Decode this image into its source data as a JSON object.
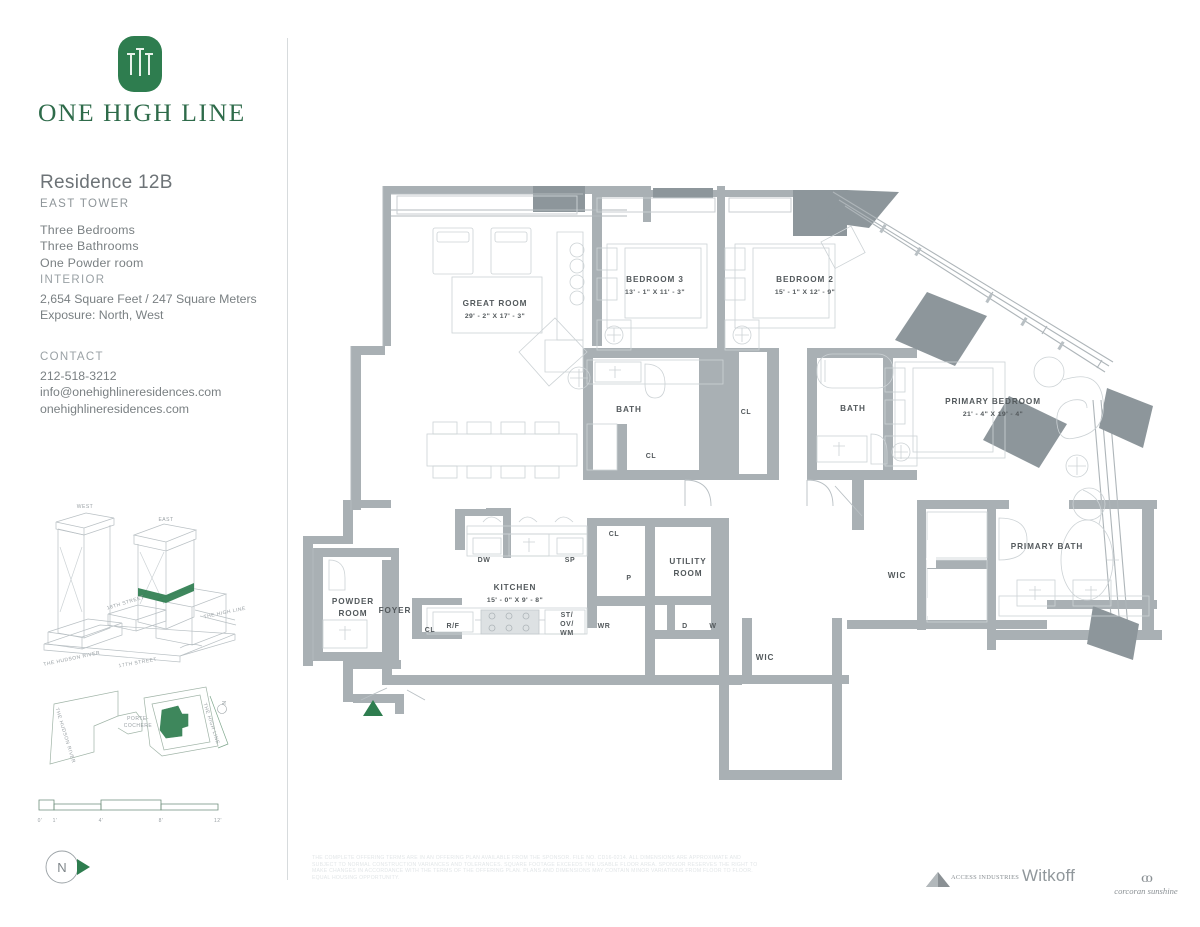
{
  "brand": {
    "name": "ONE HIGH LINE",
    "logo_icon": "one-high-line-mark"
  },
  "residence": {
    "title": "Residence 12B",
    "tower": "EAST TOWER",
    "specs": [
      "Three Bedrooms",
      "Three Bathrooms",
      "One Powder room"
    ],
    "interior_label": "INTERIOR",
    "area": "2,654 Square Feet / 247 Square Meters",
    "exposure": "Exposure: North, West",
    "contact_label": "CONTACT",
    "phone": "212-518-3212",
    "email": "info@onehighlineresidences.com",
    "website": "onehighlineresidences.com"
  },
  "axon": {
    "west_label": "WEST",
    "east_label": "EAST",
    "street_18": "18TH STREET",
    "street_17": "17TH STREET",
    "river": "THE HUDSON RIVER",
    "highline": "THE HIGH LINE"
  },
  "sitemap": {
    "river": "THE HUDSON RIVER",
    "highline": "THE HIGH LINE",
    "porte": "PORTE-\nCOCHERE",
    "porte_l1": "PORTE-",
    "porte_l2": "COCHERE",
    "north_mark": "N"
  },
  "scale": {
    "ticks": [
      "0'",
      "1'",
      "4'",
      "8'",
      "12'"
    ]
  },
  "compass": {
    "label": "N"
  },
  "rooms": [
    {
      "name": "GREAT ROOM",
      "dims": "29' - 2\" X 17' - 3\""
    },
    {
      "name": "BEDROOM 3",
      "dims": "13' - 1\" X 11' - 3\""
    },
    {
      "name": "BEDROOM 2",
      "dims": "15' - 1\" X 12' - 9\""
    },
    {
      "name": "PRIMARY BEDROOM",
      "dims": "21' - 4\" X 19' - 4\""
    },
    {
      "name": "KITCHEN",
      "dims": "15' - 0\" X 9' - 8\""
    },
    {
      "name": "PRIMARY BATH",
      "dims": ""
    },
    {
      "name": "UTILITY ROOM",
      "dims": ""
    },
    {
      "name": "POWDER ROOM",
      "dims": ""
    },
    {
      "name": "FOYER",
      "dims": ""
    }
  ],
  "plan_labels": {
    "great_room": "GREAT ROOM",
    "great_room_dims": "29' - 2\" X 17' - 3\"",
    "bedroom3": "BEDROOM 3",
    "bedroom3_dims": "13' - 1\" X 11' - 3\"",
    "bedroom2": "BEDROOM 2",
    "bedroom2_dims": "15' - 1\" X 12' - 9\"",
    "primary_bedroom": "PRIMARY BEDROOM",
    "primary_bedroom_dims": "21' - 4\" X 19' - 4\"",
    "bath_left": "BATH",
    "bath_right": "BATH",
    "primary_bath": "PRIMARY BATH",
    "kitchen": "KITCHEN",
    "kitchen_dims": "15' - 0\" X 9' - 8\"",
    "utility_l1": "UTILITY",
    "utility_l2": "ROOM",
    "powder_l1": "POWDER",
    "powder_l2": "ROOM",
    "foyer": "FOYER",
    "wic_center": "WIC",
    "wic_right": "WIC",
    "cl_a": "CL",
    "cl_b": "CL",
    "cl_c": "CL",
    "cl_d": "CL",
    "cl_e": "CL",
    "dw": "DW",
    "sp": "SP",
    "rf": "R/F",
    "st_l1": "ST/",
    "st_l2": "OV/",
    "st_l3": "WM",
    "wr": "WR",
    "p": "P",
    "d": "D",
    "w": "W"
  },
  "footer": {
    "disclaimer": "THE COMPLETE OFFERING TERMS ARE IN AN OFFERING PLAN AVAILABLE FROM THE SPONSOR. FILE NO. CD16-0214. ALL DIMENSIONS ARE APPROXIMATE AND SUBJECT TO NORMAL CONSTRUCTION VARIANCES AND TOLERANCES. SQUARE FOOTAGE EXCEEDS THE USABLE FLOOR AREA. SPONSOR RESERVES THE RIGHT TO MAKE CHANGES IN ACCORDANCE WITH THE TERMS OF THE OFFERING PLAN. PLANS AND DIMENSIONS MAY CONTAIN MINOR VARIATIONS FROM FLOOR TO FLOOR. EQUAL HOUSING OPPORTUNITY.",
    "logo_access": "ACCESS INDUSTRIES",
    "logo_witkoff": "Witkoff",
    "logo_corcoran_mark": "CO",
    "logo_corcoran": "corcoran sunshine"
  },
  "colors": {
    "brand_green": "#2e6b4a",
    "logo_green": "#2e7d4f",
    "wall_grey": "#a9b0b4",
    "wall_dark": "#8d969b",
    "text_grey": "#7a8083",
    "line_grey": "#c3c9cc"
  }
}
